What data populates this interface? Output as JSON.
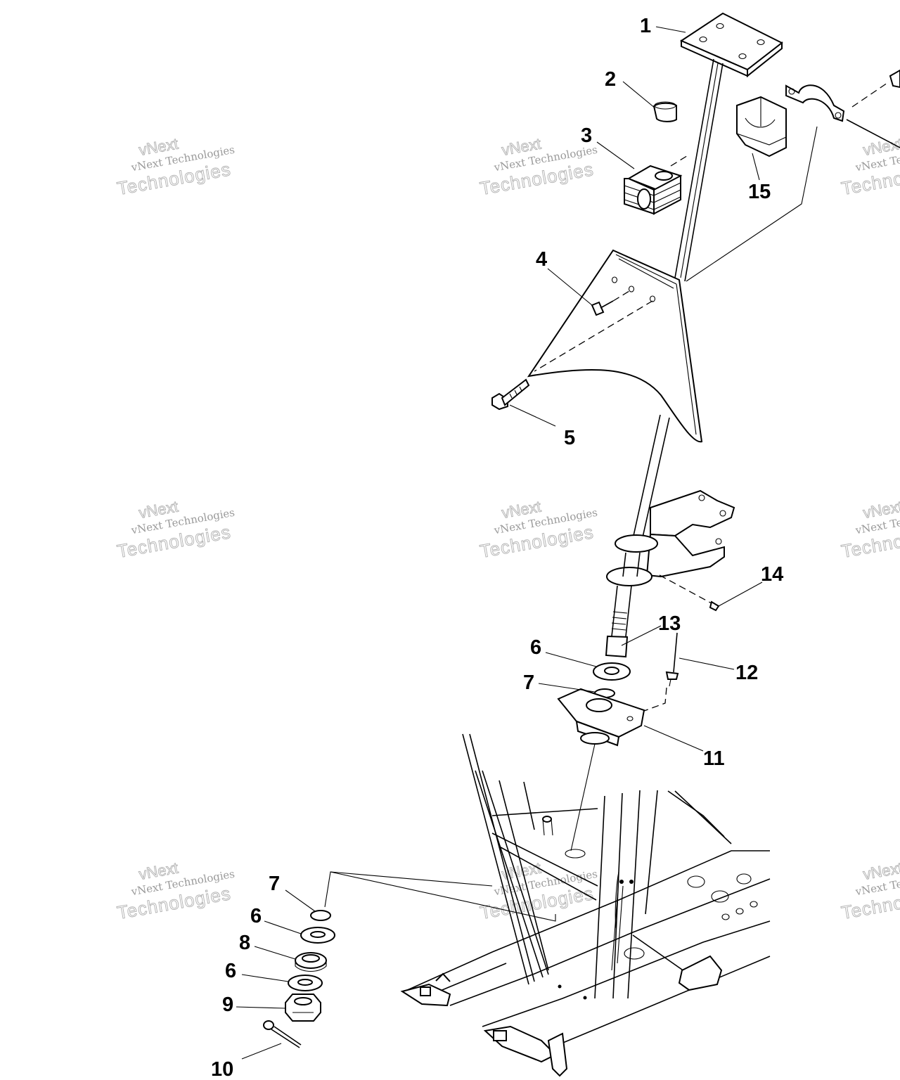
{
  "diagram": {
    "callouts": [
      {
        "id": "c1",
        "label": "1"
      },
      {
        "id": "c2",
        "label": "2"
      },
      {
        "id": "c3",
        "label": "3"
      },
      {
        "id": "c4",
        "label": "4"
      },
      {
        "id": "c5",
        "label": "5"
      },
      {
        "id": "c6a",
        "label": "6"
      },
      {
        "id": "c7a",
        "label": "7"
      },
      {
        "id": "c11",
        "label": "11"
      },
      {
        "id": "c12",
        "label": "12"
      },
      {
        "id": "c13",
        "label": "13"
      },
      {
        "id": "c14",
        "label": "14"
      },
      {
        "id": "c15",
        "label": "15"
      },
      {
        "id": "c7b",
        "label": "7"
      },
      {
        "id": "c6b",
        "label": "6"
      },
      {
        "id": "c8",
        "label": "8"
      },
      {
        "id": "c6c",
        "label": "6"
      },
      {
        "id": "c9",
        "label": "9"
      },
      {
        "id": "c10",
        "label": "10"
      }
    ]
  },
  "watermark": {
    "line1": "vNext",
    "line2": "vNext Technologies",
    "line3": "Technologies"
  }
}
